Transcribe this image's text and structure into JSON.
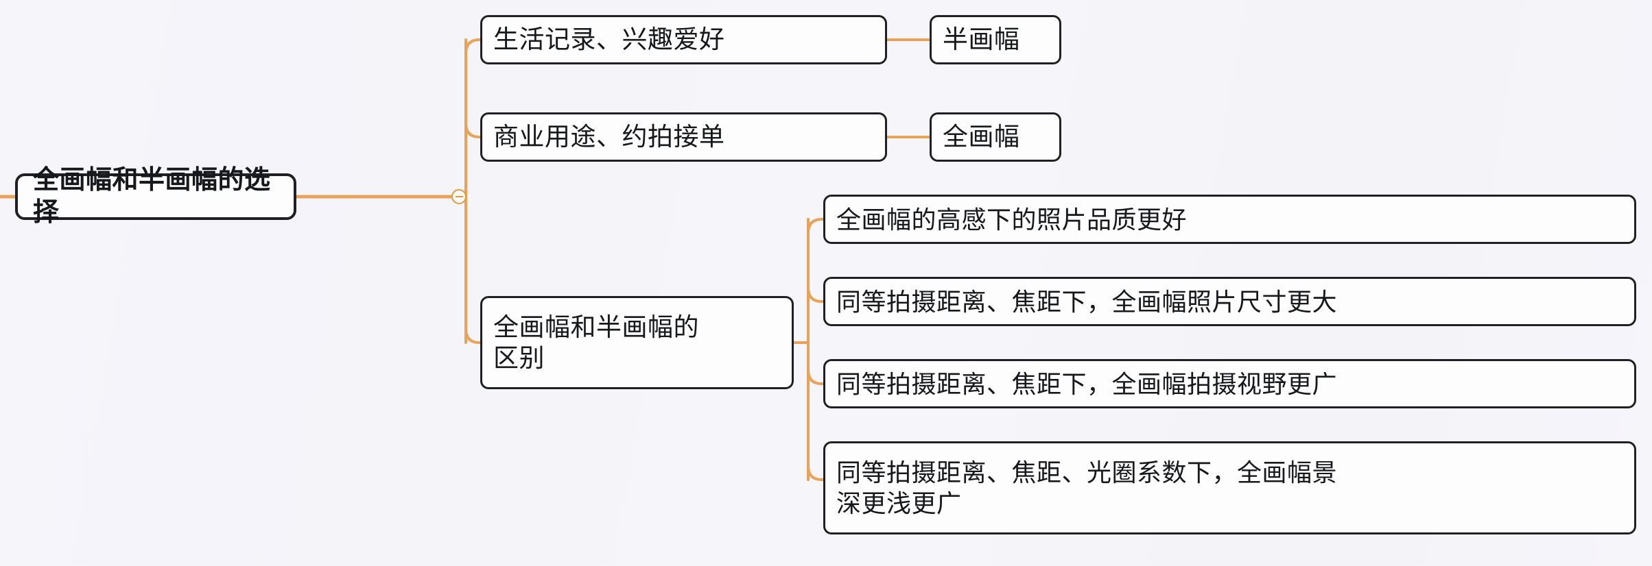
{
  "diagram": {
    "type": "mind-map",
    "orientation": "left-to-right",
    "background_color": "#f5f5f9",
    "connector_color": "#e8a35a",
    "node_border_color": "#1e2024",
    "node_fill_color": "#fdfdfd",
    "text_color": "#16181c"
  },
  "root": {
    "label": "全画幅和半画幅的选择",
    "collapsed": false,
    "toggle_symbol": "−"
  },
  "branches": [
    {
      "id": "branch-1",
      "label": "生活记录、兴趣爱好",
      "children": [
        {
          "id": "leaf-1-1",
          "label": "半画幅"
        }
      ]
    },
    {
      "id": "branch-2",
      "label": "商业用途、约拍接单",
      "children": [
        {
          "id": "leaf-2-1",
          "label": "全画幅"
        }
      ]
    },
    {
      "id": "branch-3",
      "label": "全画幅和半画幅的\n区别",
      "children": [
        {
          "id": "leaf-3-1",
          "label": "全画幅的高感下的照片品质更好"
        },
        {
          "id": "leaf-3-2",
          "label": "同等拍摄距离、焦距下，全画幅照片尺寸更大"
        },
        {
          "id": "leaf-3-3",
          "label": "同等拍摄距离、焦距下，全画幅拍摄视野更广"
        },
        {
          "id": "leaf-3-4",
          "label": "同等拍摄距离、焦距、光圈系数下，全画幅景\n深更浅更广"
        }
      ]
    }
  ]
}
